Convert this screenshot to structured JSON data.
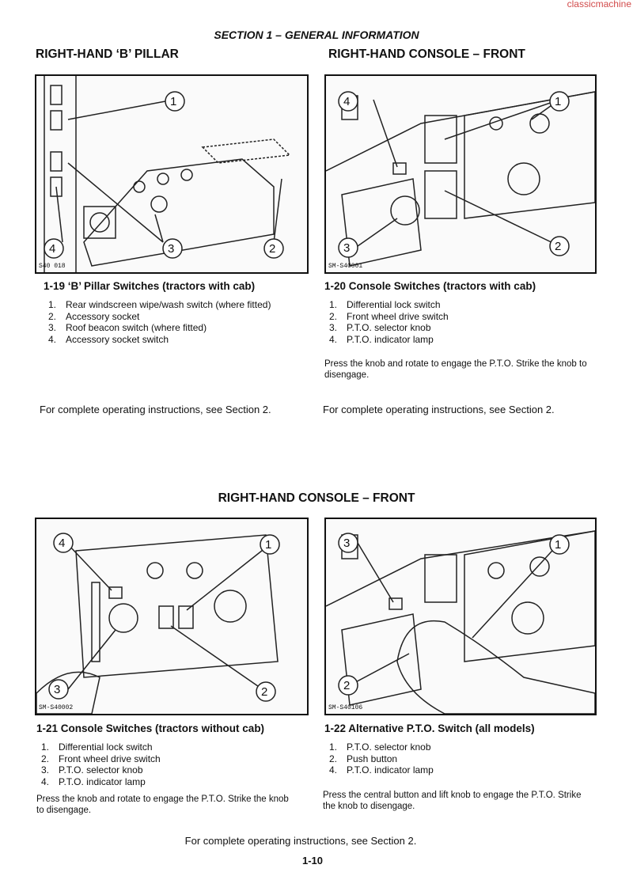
{
  "watermark": "classicmachine",
  "section_title": "SECTION 1 – GENERAL INFORMATION",
  "top": {
    "left_heading": "RIGHT-HAND ‘B’ PILLAR",
    "right_heading": "RIGHT-HAND CONSOLE – FRONT"
  },
  "figures": [
    {
      "code": "S40 018",
      "callouts": [
        "1",
        "2",
        "3",
        "4"
      ],
      "caption": "1-19  ‘B’ Pillar Switches (tractors with cab)",
      "items": [
        "Rear windscreen wipe/wash switch (where fitted)",
        "Accessory socket",
        "Roof beacon switch (where fitted)",
        "Accessory socket switch"
      ],
      "note": "For complete operating instructions, see Section 2."
    },
    {
      "code": "SM-S40001",
      "callouts": [
        "1",
        "2",
        "3",
        "4"
      ],
      "caption": "1-20  Console Switches (tractors with cab)",
      "items": [
        "Differential lock switch",
        "Front wheel drive switch",
        "P.T.O. selector knob",
        "P.T.O. indicator lamp"
      ],
      "para": "Press the knob and rotate to engage the P.T.O. Strike the knob to disengage.",
      "note": "For complete operating instructions, see Section 2."
    },
    {
      "code": "SM-S40002",
      "callouts": [
        "1",
        "2",
        "3",
        "4"
      ],
      "caption": "1-21  Console Switches (tractors without cab)",
      "items": [
        "Differential lock switch",
        "Front wheel drive switch",
        "P.T.O. selector knob",
        "P.T.O. indicator lamp"
      ],
      "para": "Press the knob and rotate to engage the P.T.O. Strike the knob to disengage."
    },
    {
      "code": "SM-S40106",
      "callouts": [
        "1",
        "2",
        "3"
      ],
      "caption": "1-22  Alternative P.T.O. Switch (all models)",
      "items": [
        "P.T.O. selector knob",
        "Push button",
        "P.T.O. indicator lamp"
      ],
      "item_numbers": [
        "1.",
        "2.",
        "4."
      ],
      "para": "Press the central button and lift knob to engage the P.T.O. Strike the knob to disengage."
    }
  ],
  "bottom": {
    "heading": "RIGHT-HAND CONSOLE – FRONT",
    "note": "For complete operating instructions, see Section 2."
  },
  "page_number": "1-10"
}
